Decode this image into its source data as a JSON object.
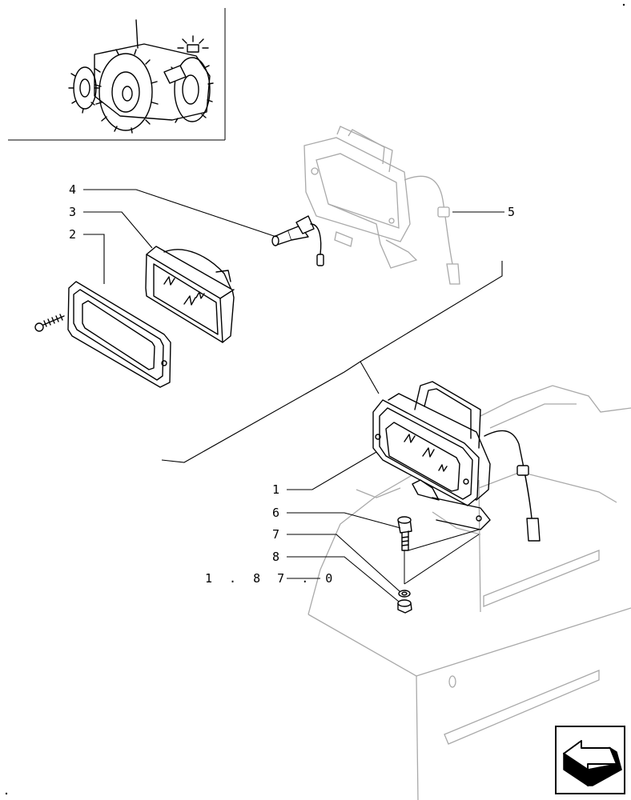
{
  "callouts": [
    {
      "id": "1",
      "label": "1"
    },
    {
      "id": "2",
      "label": "2"
    },
    {
      "id": "3",
      "label": "3"
    },
    {
      "id": "4",
      "label": "4"
    },
    {
      "id": "5",
      "label": "5"
    },
    {
      "id": "6",
      "label": "6"
    },
    {
      "id": "7",
      "label": "7"
    },
    {
      "id": "8",
      "label": "8"
    }
  ],
  "reference": {
    "label": "1 . 8 7 . 0"
  },
  "nav": {
    "icon": "back-arrow-icon"
  }
}
